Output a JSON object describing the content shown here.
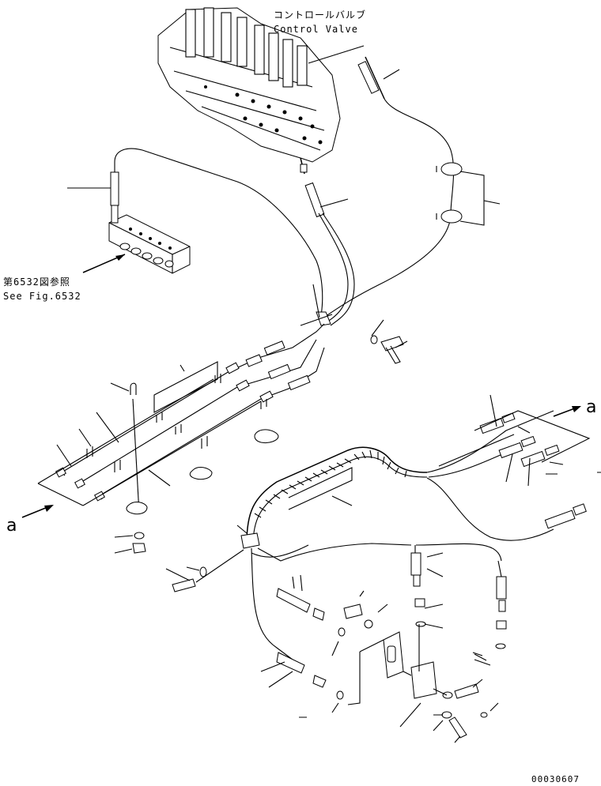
{
  "labels": {
    "control_valve_jp": "コントロールバルブ",
    "control_valve_en": "Control Valve",
    "fig_ref_jp": "第6532図参照",
    "fig_ref_en": "See Fig.6532",
    "arrow_a_right": "a",
    "arrow_a_left": "a",
    "drawing_number": "00030607"
  }
}
